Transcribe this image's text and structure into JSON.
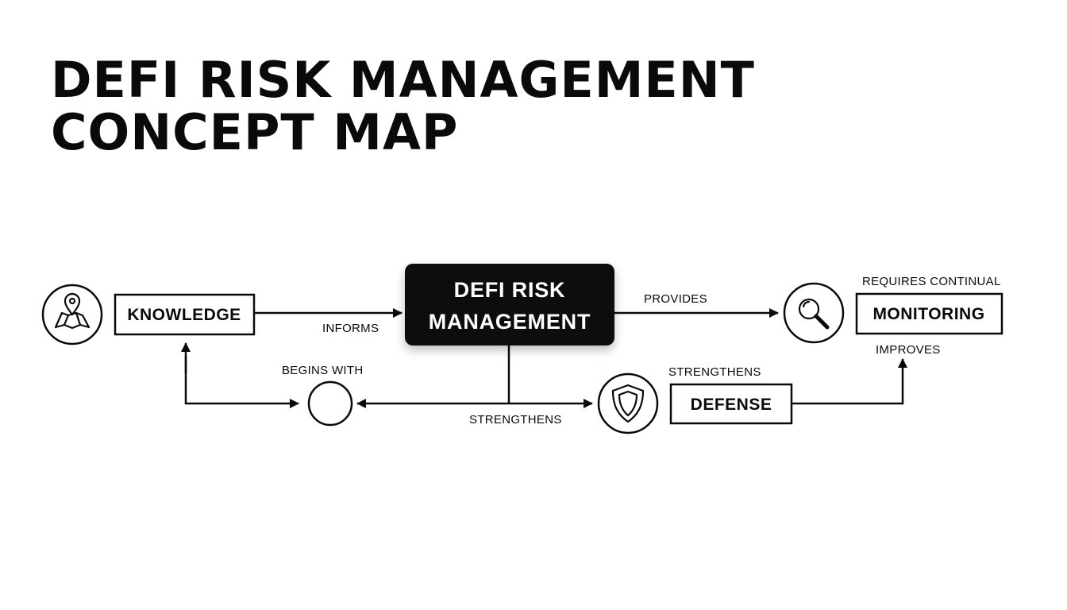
{
  "title": {
    "line1": "DEFI RISK MANAGEMENT",
    "line2": "CONCEPT MAP"
  },
  "nodes": {
    "center": {
      "line1": "DEFI RISK",
      "line2": "MANAGEMENT"
    },
    "knowledge": {
      "label": "KNOWLEDGE",
      "icon": "map-pin-icon"
    },
    "monitoring": {
      "label": "MONITORING",
      "icon": "magnifier-icon"
    },
    "defense": {
      "label": "DEFENSE",
      "icon": "shield-icon"
    },
    "start": {
      "label": ""
    }
  },
  "edges": {
    "informs": "INFORMS",
    "provides": "PROVIDES",
    "requires_continual": "REQUIRES CONTINUAL",
    "improves": "IMPROVES",
    "begins_with": "BEGINS WITH",
    "strengthens_bottom": "STRENGTHENS",
    "strengthens_right": "STRENGTHENS"
  },
  "colors": {
    "ink": "#0a0a0a",
    "center_fill": "#0a0a0a",
    "background": "#ffffff"
  }
}
